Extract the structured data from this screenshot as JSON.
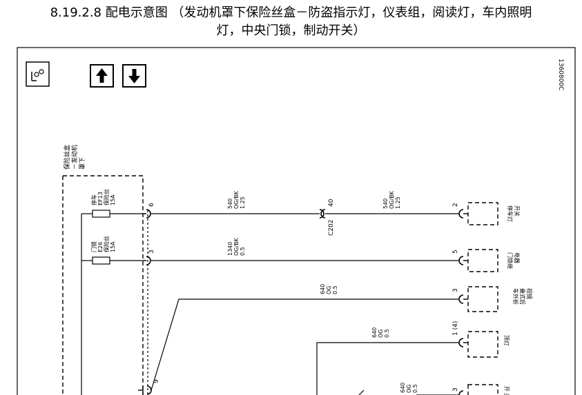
{
  "title": {
    "line1": "8.19.2.8 配电示意图 （发动机罩下保险丝盒－防盗指示灯，仪表组，阅读灯，车内照明",
    "line2": "灯，中央门锁，制动开关）"
  },
  "diagram_id": "1360800C",
  "toolbar": {
    "ground_icon": "ground-temperature-icon",
    "up_icon": "arrow-up-icon",
    "down_icon": "arrow-down-icon"
  },
  "fuse_box": {
    "label_lines": [
      "保险丝盒",
      "－发动机",
      "罩下"
    ],
    "fuses": [
      {
        "lines": [
          "停车",
          "EF13",
          "保险丝",
          "15A"
        ],
        "pin": "6"
      },
      {
        "lines": [
          "门锁",
          "E26",
          "保险丝",
          "15A"
        ],
        "pin": "3"
      }
    ],
    "extra_pin": "9"
  },
  "wires": [
    {
      "lines": [
        "540",
        "OG/BK",
        "1.25"
      ]
    },
    {
      "lines": [
        "540",
        "OG/BK",
        "1.25"
      ]
    },
    {
      "lines": [
        "1340",
        "OG/BK",
        "0.5"
      ]
    },
    {
      "lines": [
        "640",
        "OG",
        "0.5"
      ]
    },
    {
      "lines": [
        "640",
        "OG",
        "0.5"
      ]
    },
    {
      "lines": [
        "640",
        "OG",
        "0.5"
      ]
    }
  ],
  "connector": {
    "name": "C202",
    "pin": "40"
  },
  "components": [
    {
      "pin": "2",
      "lines": [
        "停车灯",
        "开关"
      ]
    },
    {
      "pin": "5",
      "lines": [
        "门锁继",
        "电器"
      ]
    },
    {
      "pin": "3",
      "lines": [
        "车外折",
        "叠式后",
        "视镜"
      ]
    },
    {
      "pin": "1 (4)",
      "lines": [
        "顶灯"
      ]
    },
    {
      "pin": "3",
      "lines": [
        "开",
        "关"
      ]
    }
  ],
  "colors": {
    "line": "#000000",
    "background": "#ffffff"
  }
}
